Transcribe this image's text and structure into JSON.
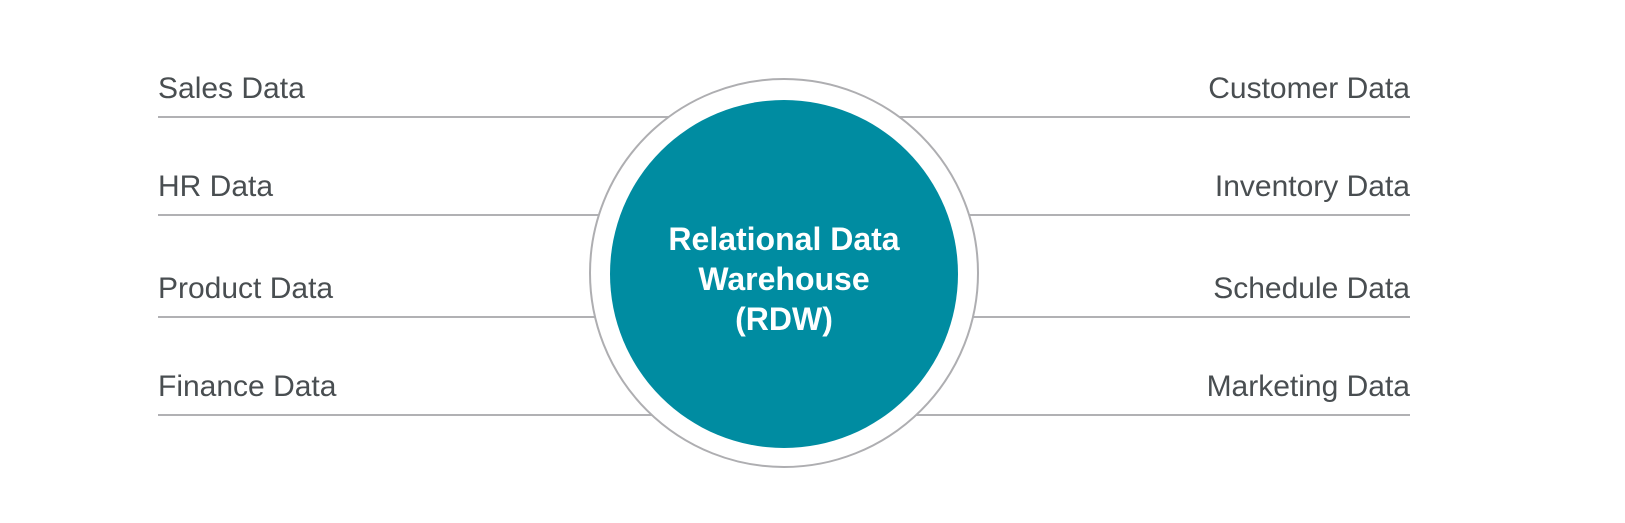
{
  "diagram": {
    "background_color": "#ffffff",
    "connector_color": "#b1b1b4",
    "label_color": "#494e51",
    "center_node": {
      "line1": "Relational Data",
      "line2": "Warehouse",
      "line3": "(RDW)",
      "fill_color": "#008CA1",
      "text_color": "#ffffff",
      "ring_border_color": "#aeaeb1"
    },
    "left_sources": [
      {
        "label": "Sales Data"
      },
      {
        "label": "HR Data"
      },
      {
        "label": "Product Data"
      },
      {
        "label": "Finance Data"
      }
    ],
    "right_sources": [
      {
        "label": "Customer Data"
      },
      {
        "label": "Inventory Data"
      },
      {
        "label": "Schedule Data"
      },
      {
        "label": "Marketing Data"
      }
    ]
  }
}
